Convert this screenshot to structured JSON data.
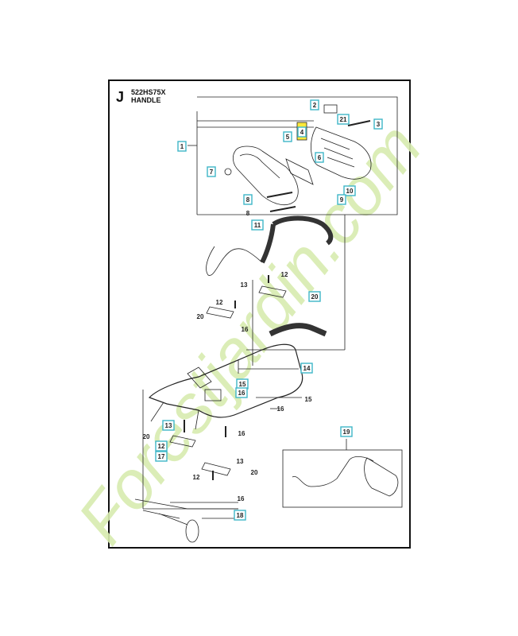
{
  "header": {
    "section_letter": "J",
    "model": "522HS75X",
    "title": "HANDLE"
  },
  "callouts": {
    "boxed": [
      "2",
      "21",
      "3",
      "1",
      "5",
      "4",
      "6",
      "7",
      "10",
      "8",
      "9",
      "11",
      "20",
      "14",
      "15",
      "16",
      "13",
      "12",
      "17",
      "18",
      "19"
    ],
    "plain": [
      "8",
      "13",
      "12",
      "12",
      "20",
      "16",
      "15",
      "16",
      "16",
      "20",
      "13",
      "20",
      "12",
      "16"
    ]
  },
  "watermark": {
    "text": "Forestjardin.com",
    "color": "#d8ecb0"
  },
  "colors": {
    "highlight": "#ffe93a",
    "callout_box": "#3fb6c8",
    "line": "#222222"
  }
}
